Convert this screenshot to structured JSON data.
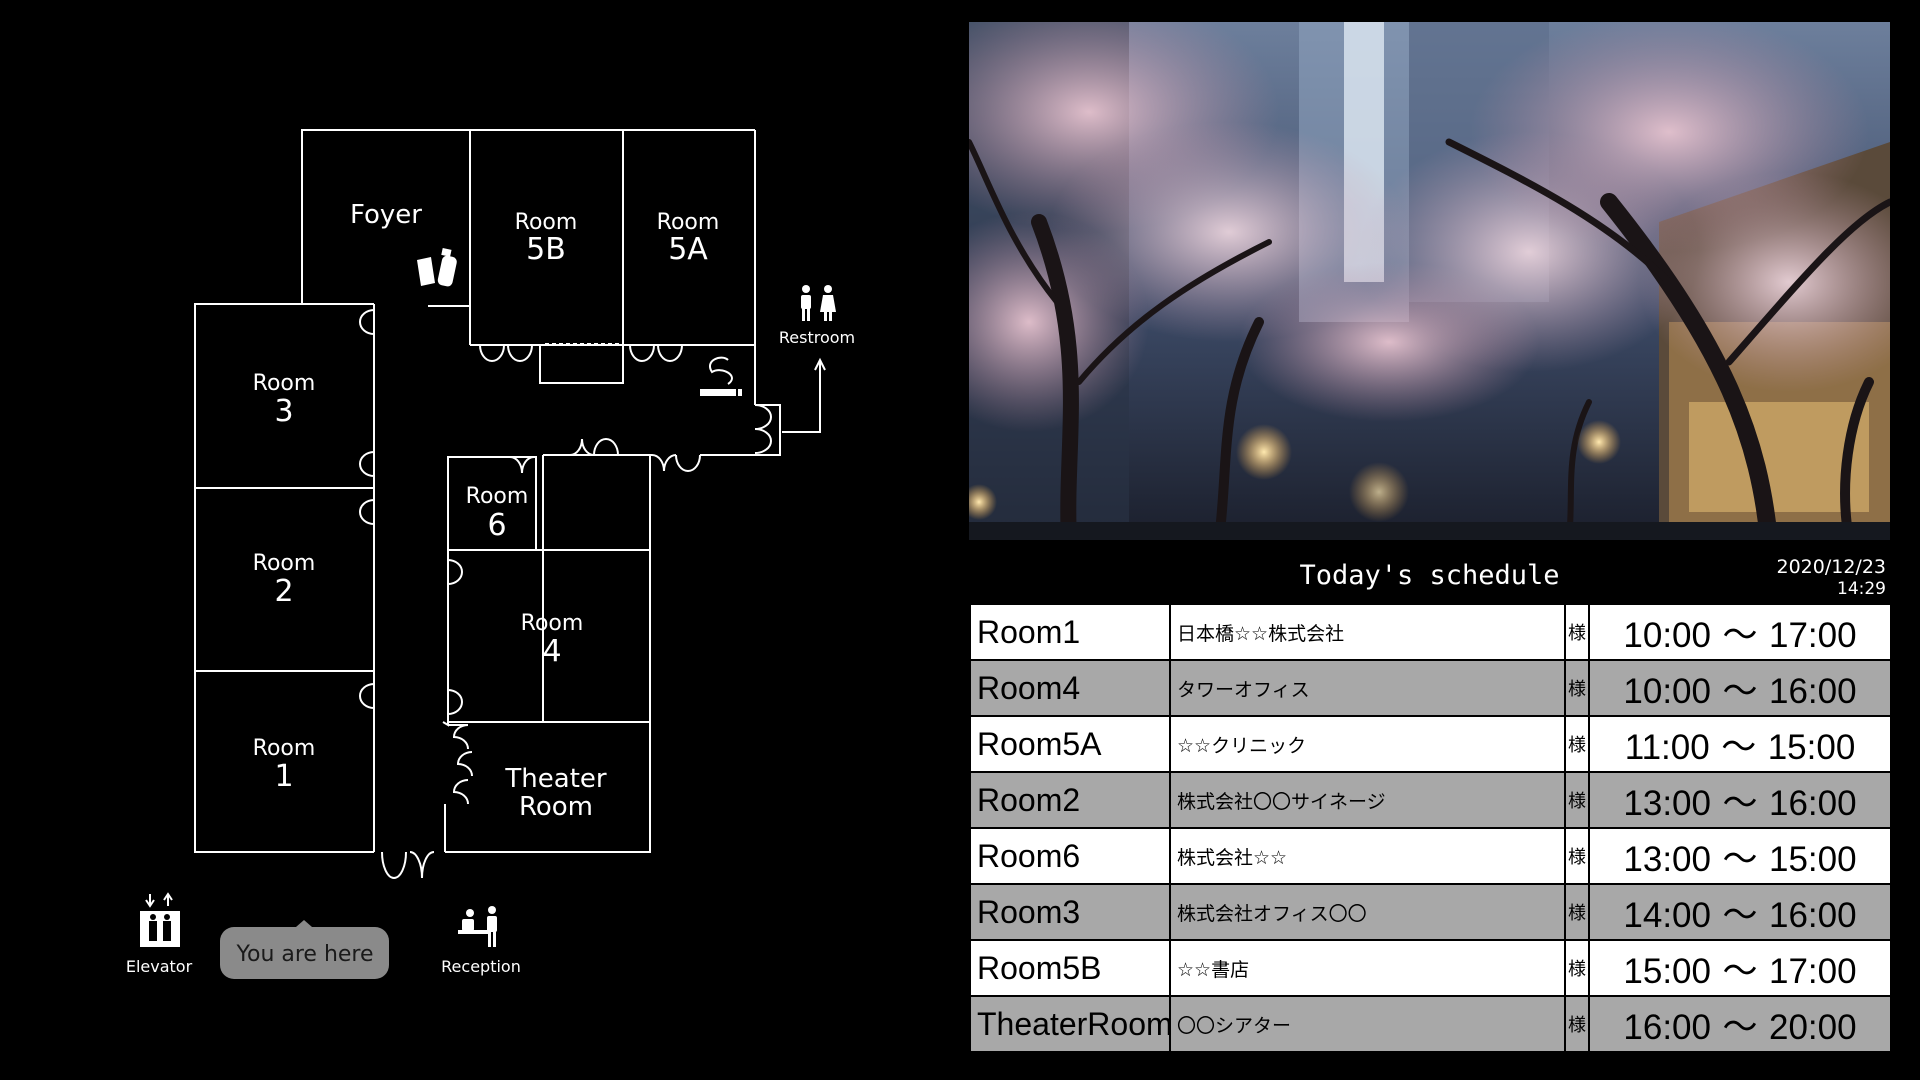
{
  "floor_map": {
    "rooms": {
      "foyer": "Foyer",
      "room_5b_top": "Room",
      "room_5b_bottom": "5B",
      "room_5a_top": "Room",
      "room_5a_bottom": "5A",
      "room_3_top": "Room",
      "room_3_bottom": "3",
      "room_2_top": "Room",
      "room_2_bottom": "2",
      "room_1_top": "Room",
      "room_1_bottom": "1",
      "room_6_top": "Room",
      "room_6_bottom": "6",
      "room_4_top": "Room",
      "room_4_bottom": "4",
      "theater_top": "Theater",
      "theater_bottom": "Room"
    },
    "facilities": {
      "restroom": "Restroom",
      "elevator": "Elevator",
      "reception": "Reception"
    },
    "you_are_here": "You are here",
    "icons": [
      "drink-icon",
      "smoking-icon",
      "restroom-icon",
      "elevator-icon",
      "reception-icon"
    ]
  },
  "schedule": {
    "title": "Today's schedule",
    "date": "2020/12/23",
    "time": "14:29",
    "honorific": "様",
    "separator": "～",
    "rows": [
      {
        "room": "Room1",
        "client": "日本橋☆☆株式会社",
        "start": "10:00",
        "end": "17:00"
      },
      {
        "room": "Room4",
        "client": "タワーオフィス",
        "start": "10:00",
        "end": "16:00"
      },
      {
        "room": "Room5A",
        "client": "☆☆クリニック",
        "start": "11:00",
        "end": "15:00"
      },
      {
        "room": "Room2",
        "client": "株式会社〇〇サイネージ",
        "start": "13:00",
        "end": "16:00"
      },
      {
        "room": "Room6",
        "client": "株式会社☆☆",
        "start": "13:00",
        "end": "15:00"
      },
      {
        "room": "Room3",
        "client": "株式会社オフィス〇〇",
        "start": "14:00",
        "end": "16:00"
      },
      {
        "room": "Room5B",
        "client": "☆☆書店",
        "start": "15:00",
        "end": "17:00"
      },
      {
        "room": "TheaterRoom",
        "client": "〇〇シアター",
        "start": "16:00",
        "end": "20:00"
      }
    ]
  },
  "colors": {
    "background": "#000000",
    "row_light": "#ffffff",
    "row_gray": "#a8a8a8",
    "you_are_here_bg": "#8a8a8a"
  }
}
